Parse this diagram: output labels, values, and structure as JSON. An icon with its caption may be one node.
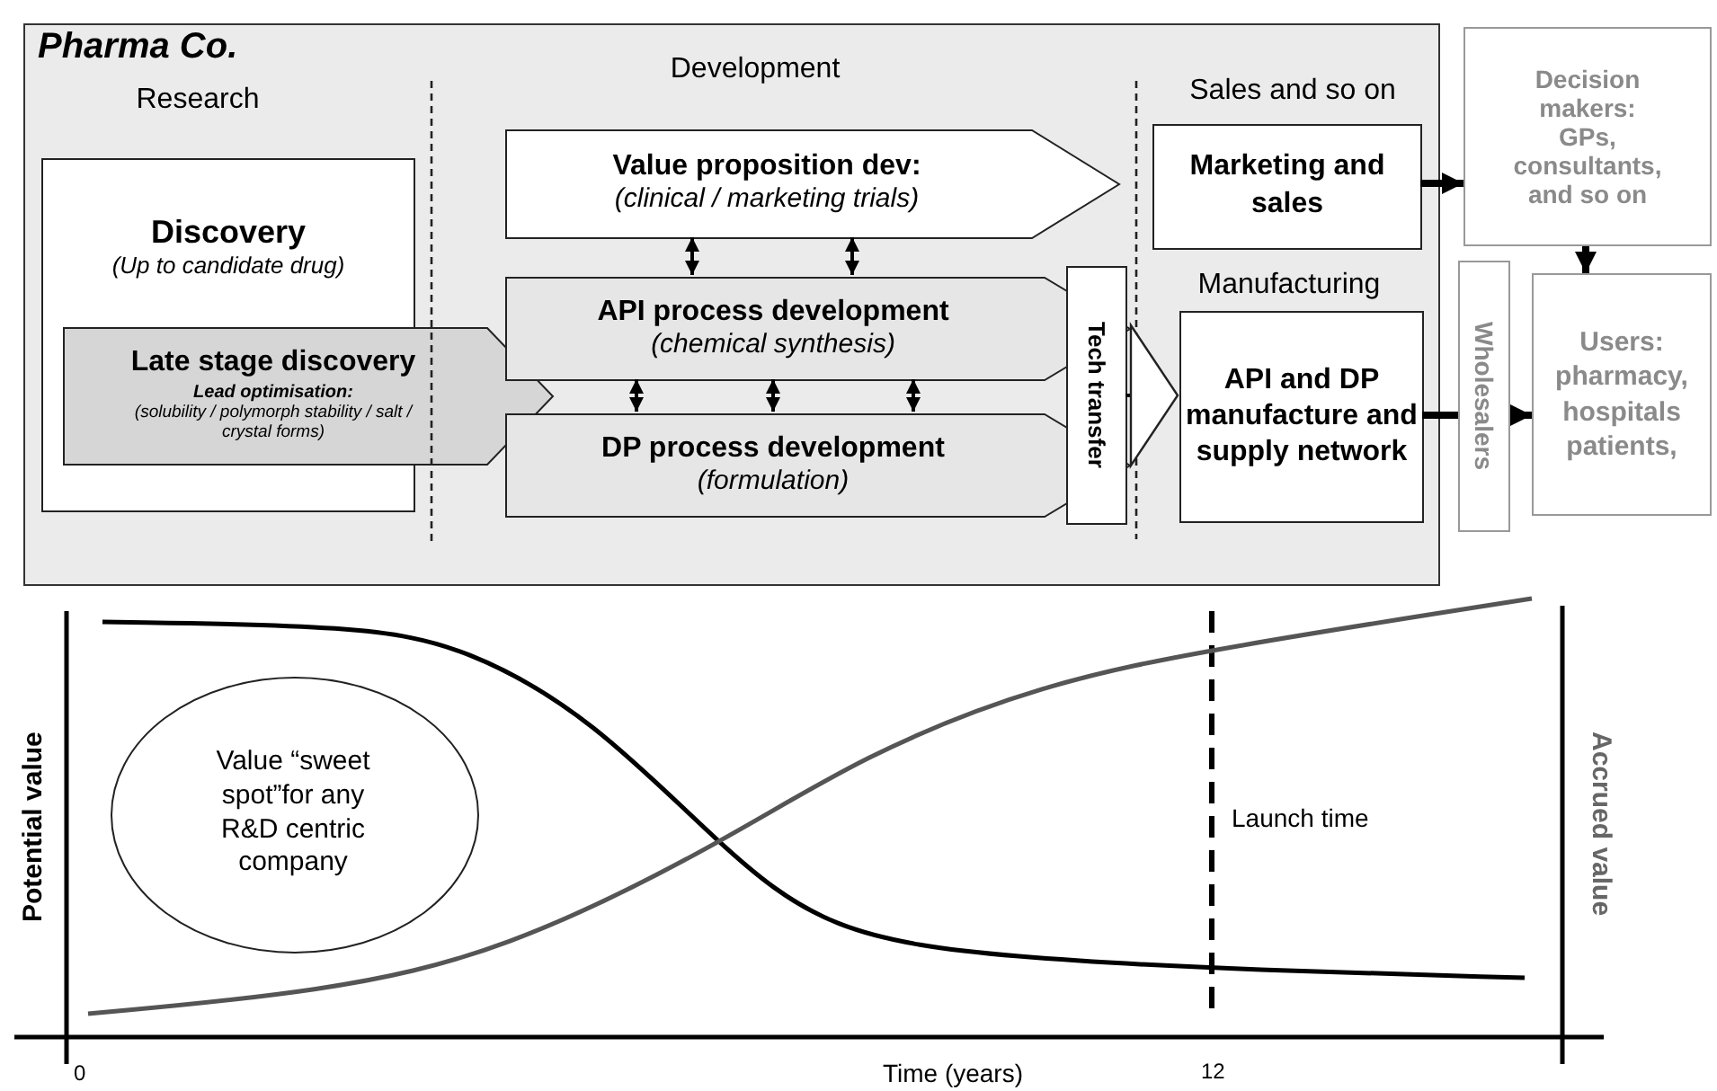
{
  "diagram": {
    "nodes": [
      {
        "text": [
          "Pharma Co."
        ]
      },
      {
        "text": [
          "Discovery",
          "(Up to candidate drug)"
        ],
        "in": 0
      },
      {
        "text": [
          "Late stage discovery",
          "Lead optimisation:",
          "(solubility / polymorph stability / salt / crystal forms)"
        ],
        "in": 0
      },
      {
        "text": [
          "Value proposition dev:",
          "(clinical / marketing trials)"
        ],
        "in": 0
      },
      {
        "text": [
          "API process development",
          "(chemical synthesis)"
        ],
        "in": 0
      },
      {
        "text": [
          "DP process development",
          "(formulation)"
        ],
        "in": 0
      },
      {
        "text": [
          "Tech transfer"
        ],
        "in": 0
      },
      {
        "text": [
          "Marketing and sales"
        ],
        "in": 0
      },
      {
        "text": [
          "API and DP manufacture and supply network"
        ],
        "in": 0
      },
      {
        "text": [
          "Decision makers: GPs, consultants, and so on"
        ]
      },
      {
        "text": [
          "Wholesalers"
        ]
      },
      {
        "text": [
          "Users: pharmacy, hospitals patients,"
        ]
      },
      {
        "text": [
          "Value “sweet spot”for any R&D centric company"
        ]
      }
    ],
    "edges": [
      {
        "from": 3,
        "to": 4,
        "arrow": "both"
      },
      {
        "from": 3,
        "to": 4,
        "arrow": "both"
      },
      {
        "from": 4,
        "to": 5,
        "arrow": "both"
      },
      {
        "from": 4,
        "to": 5,
        "arrow": "both"
      },
      {
        "from": 4,
        "to": 5,
        "arrow": "both"
      },
      {
        "from": 6,
        "to": 8,
        "arrow": "to"
      },
      {
        "from": 7,
        "to": 9,
        "arrow": "to",
        "style": "thick"
      },
      {
        "from": 9,
        "to": 11,
        "arrow": "to",
        "style": "thick"
      },
      {
        "from": 8,
        "to": 10,
        "arrow": "none",
        "style": "thick"
      },
      {
        "from": 10,
        "to": 11,
        "arrow": "to",
        "style": "thick"
      }
    ],
    "labels": [
      "Research",
      "Development",
      "Sales and so on",
      "Manufacturing",
      "Potential value",
      "Accrued value",
      "Launch time",
      "0",
      "Time (years)",
      "12"
    ]
  }
}
